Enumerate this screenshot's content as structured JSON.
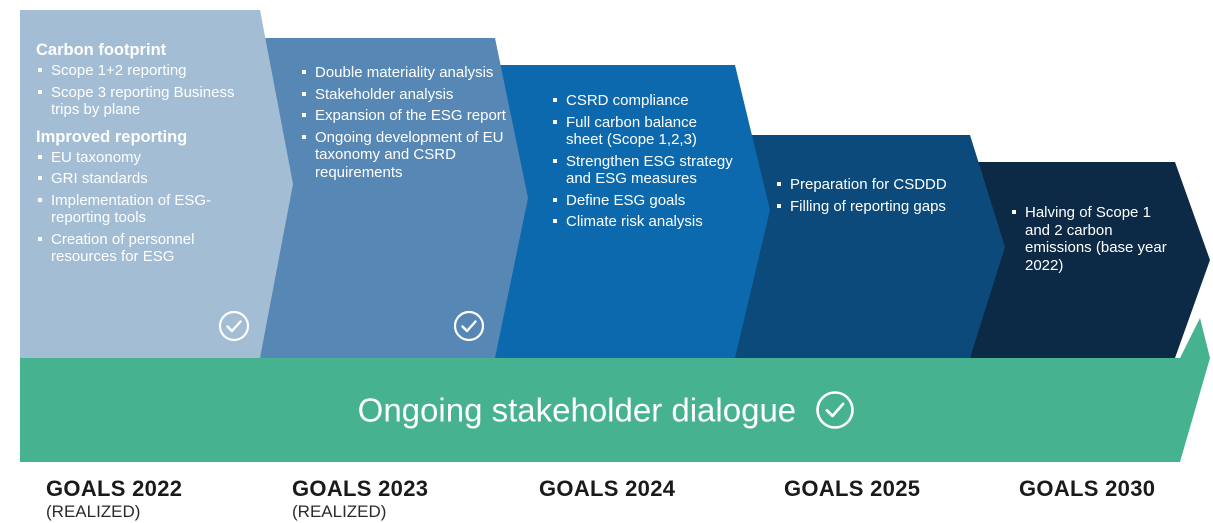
{
  "colors": {
    "stage_2022": "#a3bdd4",
    "stage_2023": "#5787b4",
    "stage_2024": "#0d69ad",
    "stage_2025": "#0b4a7a",
    "stage_2030": "#0c2a45",
    "dialogue_band": "#46b28f"
  },
  "stages": [
    {
      "sections": [
        {
          "heading": "Carbon footprint",
          "items": [
            "Scope 1+2 reporting",
            "Scope 3 reporting Business trips by plane"
          ]
        },
        {
          "heading": "Improved reporting",
          "items": [
            "EU taxonomy",
            "GRI standards",
            "Implementation of ESG-reporting  tools",
            "Creation of personnel resources for ESG"
          ]
        }
      ],
      "completed_icon": "check-circle-icon",
      "goal_title": "GOALS 2022",
      "goal_sub": "(REALIZED)"
    },
    {
      "items": [
        "Double materiality analysis",
        "Stakeholder analysis",
        "Expansion of the ESG report",
        "Ongoing development of EU taxonomy and CSRD requirements"
      ],
      "completed_icon": "check-circle-icon",
      "goal_title": "GOALS 2023",
      "goal_sub": "(REALIZED)"
    },
    {
      "items": [
        "CSRD compliance",
        "Full carbon balance sheet (Scope 1,2,3)",
        "Strengthen ESG strategy and ESG measures",
        "Define ESG goals",
        "Climate risk analysis"
      ],
      "goal_title": "GOALS 2024"
    },
    {
      "items": [
        "Preparation for CSDDD",
        "Filling of reporting gaps"
      ],
      "goal_title": "GOALS 2025"
    },
    {
      "items": [
        "Halving of Scope 1 and 2 carbon emissions (base year 2022)"
      ],
      "goal_title": "GOALS 2030"
    }
  ],
  "dialogue": {
    "label": "Ongoing stakeholder dialogue",
    "icon": "check-circle-icon"
  }
}
